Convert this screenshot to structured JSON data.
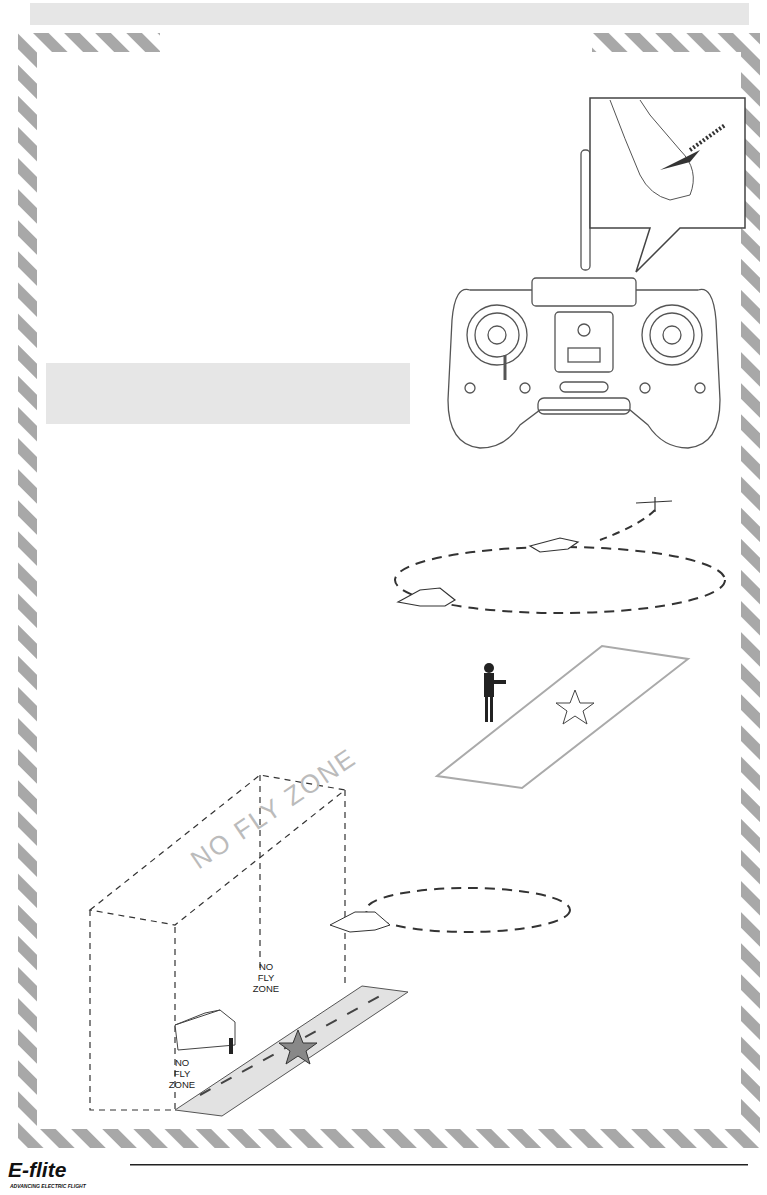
{
  "diagram": {
    "labels": [
      "NO FLY ZONE",
      "NO FLY ZONE",
      "NO FLY ZONE",
      "E-flite",
      "ADVANCING ELECTRIC FLIGHT"
    ]
  }
}
